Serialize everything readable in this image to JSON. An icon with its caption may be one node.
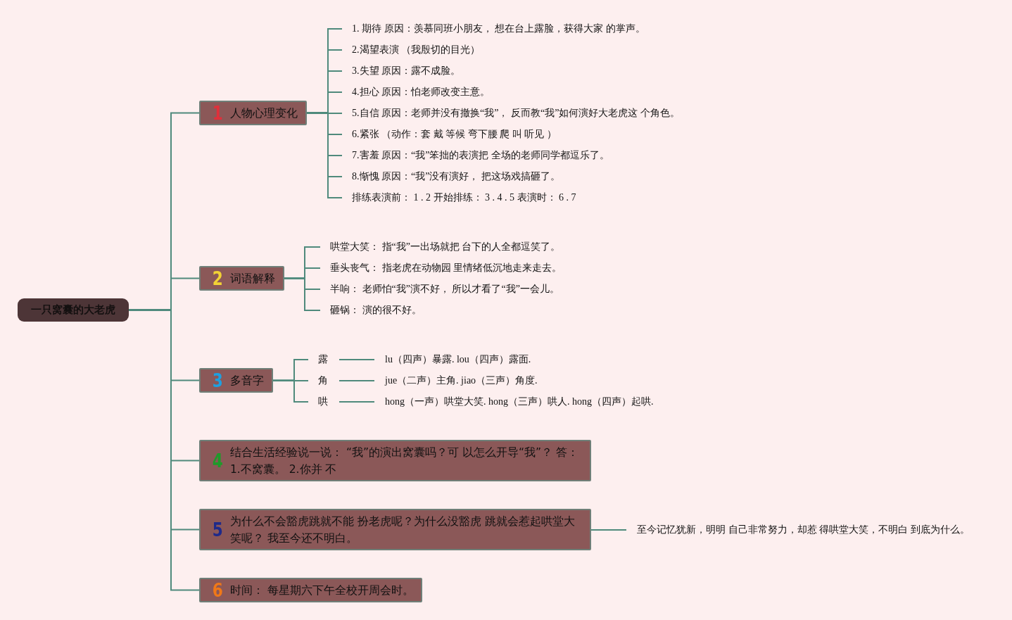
{
  "diagram": {
    "nodes": [
      {
        "text": [
          "一只窝囊的大老虎"
        ]
      },
      {
        "text": [
          "1",
          "人物心理变化"
        ]
      },
      {
        "text": [
          "1. 期待 原因：羡慕同班小朋友， 想在台上露脸，获得大家 的掌声。"
        ]
      },
      {
        "text": [
          "2.渴望表演 （我殷切的目光）"
        ]
      },
      {
        "text": [
          "3.失望 原因：露不成脸。"
        ]
      },
      {
        "text": [
          "4.担心 原因：怕老师改变主意。"
        ]
      },
      {
        "text": [
          "5.自信 原因：老师并没有撤换“我”， 反而教“我”如何演好大老虎这 个角色。"
        ]
      },
      {
        "text": [
          "6.紧张 （动作：套 戴 等候 弯下腰 爬 叫 听见 ）"
        ]
      },
      {
        "text": [
          "7.害羞 原因：“我”笨拙的表演把 全场的老师同学都逗乐了。"
        ]
      },
      {
        "text": [
          "8.惭愧 原因：“我”没有演好， 把这场戏搞砸了。"
        ]
      },
      {
        "text": [
          "排练表演前： 1 . 2 开始排练： 3 . 4 . 5 表演时： 6 . 7"
        ]
      },
      {
        "text": [
          "2",
          "词语解释"
        ]
      },
      {
        "text": [
          "哄堂大笑： 指“我”一出场就把 台下的人全都逗笑了。"
        ]
      },
      {
        "text": [
          "垂头丧气： 指老虎在动物园 里情绪低沉地走来走去。"
        ]
      },
      {
        "text": [
          "半响： 老师怕“我”演不好， 所以才看了“我”一会儿。"
        ]
      },
      {
        "text": [
          "砸锅： 演的很不好。"
        ]
      },
      {
        "text": [
          "3",
          "多音字"
        ]
      },
      {
        "text": [
          "露"
        ]
      },
      {
        "text": [
          "角"
        ]
      },
      {
        "text": [
          "哄"
        ]
      },
      {
        "text": [
          "lu（四声）暴露. lou（四声）露面."
        ]
      },
      {
        "text": [
          "jue（二声）主角. jiao（三声）角度."
        ]
      },
      {
        "text": [
          "hong（一声）哄堂大笑. hong（三声）哄人. hong（四声）起哄."
        ]
      },
      {
        "text": [
          "4",
          "结合生活经验说一说： “我”的演出窝囊吗？可 以怎么开导“我”？ 答：1.不窝囊。 2.你并 不"
        ]
      },
      {
        "text": [
          "5",
          "为什么不会豁虎跳就不能 扮老虎呢？为什么没豁虎 跳就会惹起哄堂大笑呢？ 我至今还不明白。"
        ]
      },
      {
        "text": [
          "至今记忆犹新，明明 自己非常努力，却惹 得哄堂大笑，不明白 到底为什么。"
        ]
      },
      {
        "text": [
          "6",
          "时间： 每星期六下午全校开周会时。"
        ]
      }
    ],
    "edges": [
      {
        "from": 0,
        "to": 1,
        "arrow": "none"
      },
      {
        "from": 1,
        "to": 2,
        "arrow": "none"
      },
      {
        "from": 1,
        "to": 3,
        "arrow": "none"
      },
      {
        "from": 1,
        "to": 4,
        "arrow": "none"
      },
      {
        "from": 1,
        "to": 5,
        "arrow": "none"
      },
      {
        "from": 1,
        "to": 6,
        "arrow": "none"
      },
      {
        "from": 1,
        "to": 7,
        "arrow": "none"
      },
      {
        "from": 1,
        "to": 8,
        "arrow": "none"
      },
      {
        "from": 1,
        "to": 9,
        "arrow": "none"
      },
      {
        "from": 1,
        "to": 10,
        "arrow": "none"
      },
      {
        "from": 0,
        "to": 11,
        "arrow": "none"
      },
      {
        "from": 11,
        "to": 12,
        "arrow": "none"
      },
      {
        "from": 11,
        "to": 13,
        "arrow": "none"
      },
      {
        "from": 11,
        "to": 14,
        "arrow": "none"
      },
      {
        "from": 11,
        "to": 15,
        "arrow": "none"
      },
      {
        "from": 0,
        "to": 16,
        "arrow": "none"
      },
      {
        "from": 16,
        "to": 17,
        "arrow": "none"
      },
      {
        "from": 16,
        "to": 18,
        "arrow": "none"
      },
      {
        "from": 16,
        "to": 19,
        "arrow": "none"
      },
      {
        "from": 17,
        "to": 20,
        "arrow": "none"
      },
      {
        "from": 18,
        "to": 21,
        "arrow": "none"
      },
      {
        "from": 19,
        "to": 22,
        "arrow": "none"
      },
      {
        "from": 0,
        "to": 23,
        "arrow": "none"
      },
      {
        "from": 0,
        "to": 24,
        "arrow": "none"
      },
      {
        "from": 24,
        "to": 25,
        "arrow": "none"
      },
      {
        "from": 0,
        "to": 26,
        "arrow": "none"
      }
    ]
  }
}
